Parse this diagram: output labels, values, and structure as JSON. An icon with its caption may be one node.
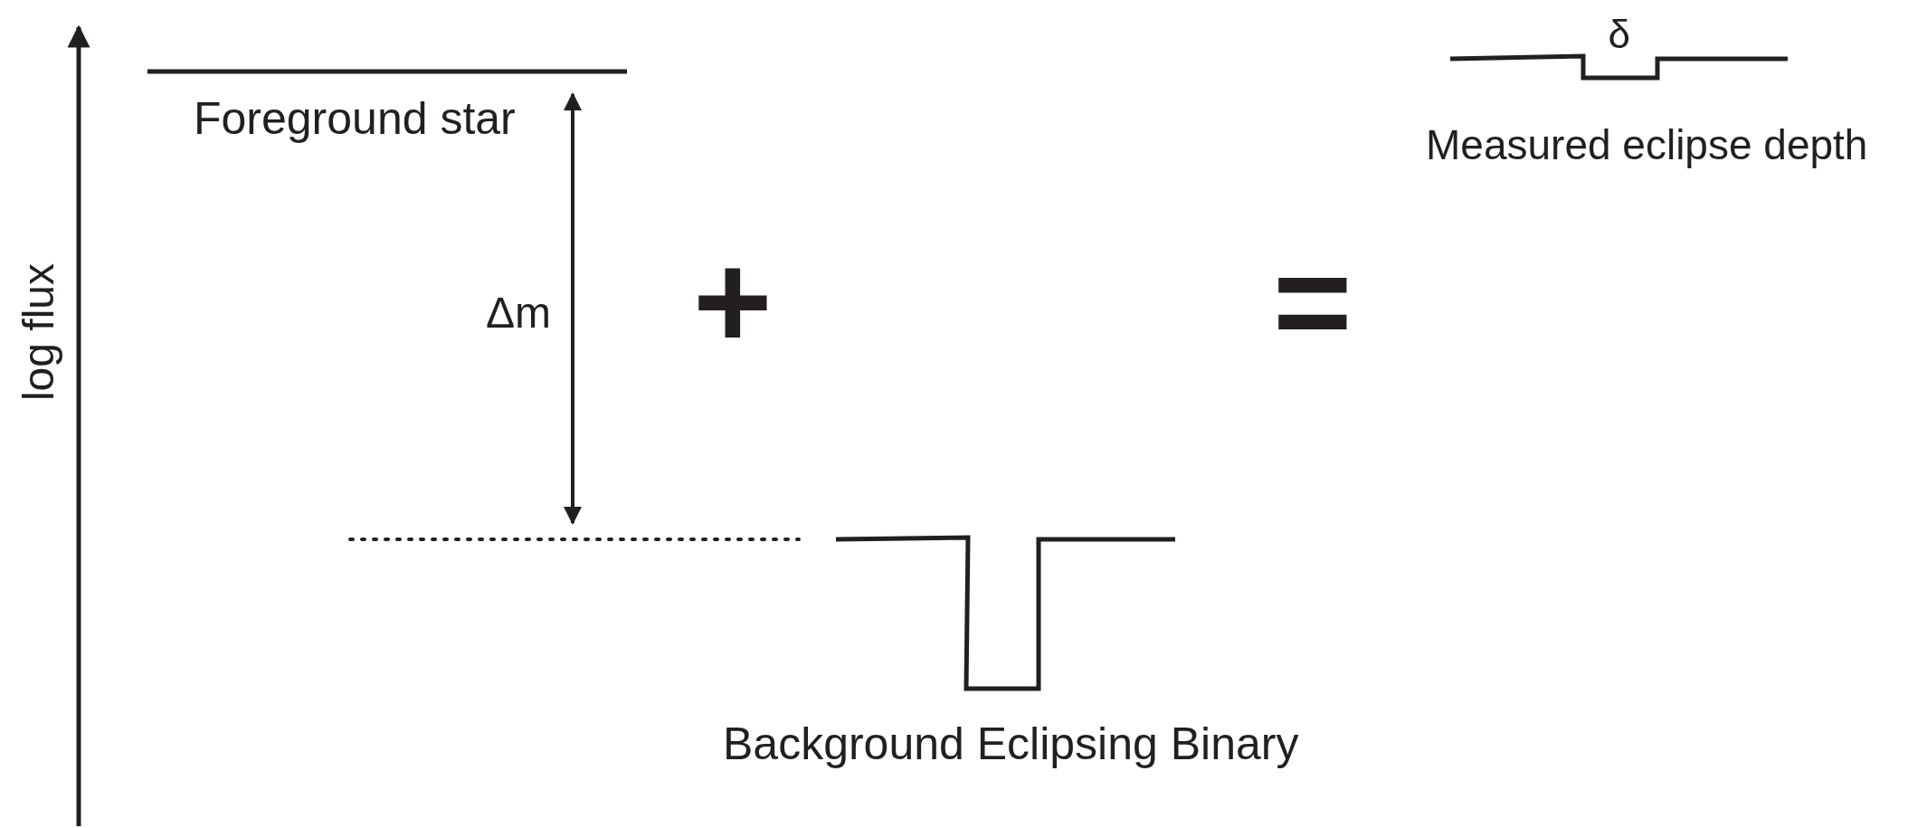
{
  "diagram": {
    "labels": [
      "log flux",
      "Foreground star",
      "Δm",
      "+",
      "=",
      "δ",
      "Measured eclipse depth",
      "Background Eclipsing Binary"
    ]
  }
}
